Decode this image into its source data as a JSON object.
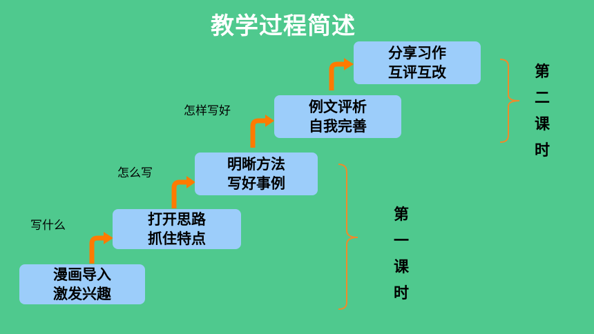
{
  "title": "教学过程简述",
  "steps": [
    {
      "line1": "漫画导入",
      "line2": "激发兴趣"
    },
    {
      "line1": "打开思路",
      "line2": "抓住特点"
    },
    {
      "line1": "明晰方法",
      "line2": "写好事例"
    },
    {
      "line1": "例文评析",
      "line2": "自我完善"
    },
    {
      "line1": "分享习作",
      "line2": "互评互改"
    }
  ],
  "notes": [
    "写什么",
    "怎么写",
    "怎样写好"
  ],
  "periods": [
    {
      "chars": [
        "第",
        "一",
        "课",
        "时"
      ]
    },
    {
      "chars": [
        "第",
        "二",
        "课",
        "时"
      ]
    }
  ],
  "colors": {
    "background": "#4fc98e",
    "box": "#9ccdfa",
    "arrow": "#ff7a00",
    "brace": "#f08a2a"
  }
}
